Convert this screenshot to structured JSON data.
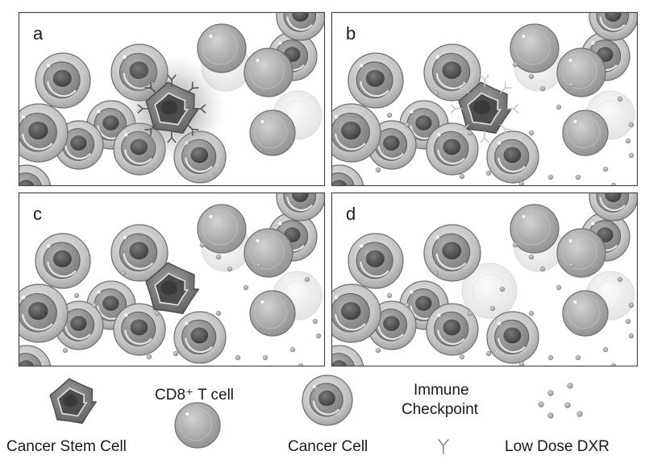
{
  "panels": [
    {
      "label": "a",
      "show_cancer_stem_cell": true,
      "csc_glow": true,
      "show_checkpoints": true,
      "show_dxr": false,
      "faded_csc": false
    },
    {
      "label": "b",
      "show_cancer_stem_cell": true,
      "csc_glow": false,
      "show_checkpoints": true,
      "show_dxr": true,
      "faded_csc": false
    },
    {
      "label": "c",
      "show_cancer_stem_cell": true,
      "csc_glow": false,
      "show_checkpoints": false,
      "show_dxr": true,
      "faded_csc": false
    },
    {
      "label": "d",
      "show_cancer_stem_cell": false,
      "csc_glow": false,
      "show_checkpoints": false,
      "show_dxr": true,
      "faded_csc": true
    }
  ],
  "legend": {
    "cancer_stem_cell": "Cancer Stem Cell",
    "cd8_t_cell": "CD8⁺ T cell",
    "cancer_cell": "Cancer Cell",
    "immune_checkpoint_line1": "Immune",
    "immune_checkpoint_line2": "Checkpoint",
    "low_dose_dxr": "Low Dose DXR"
  },
  "colors": {
    "panel_border": "#4a4a4a",
    "cell_outer": "#c9c9c9",
    "cell_inner": "#9a9a9a",
    "nucleus": "#555555",
    "t_cell": "#a8a8a8",
    "csc_body": "#7d7d7d",
    "dxr_dot": "#9b9b9b"
  }
}
